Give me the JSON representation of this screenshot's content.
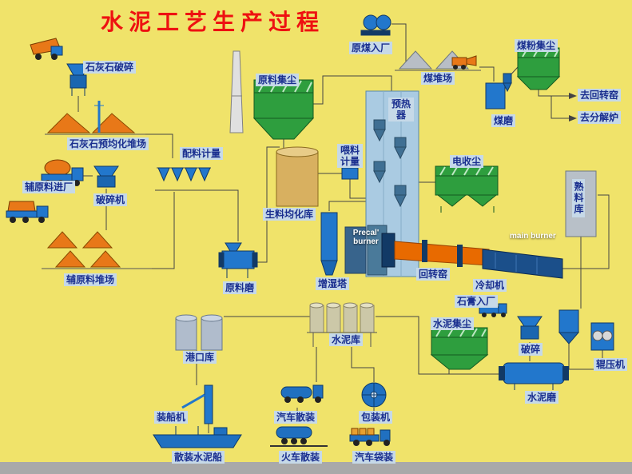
{
  "title": "水泥工艺生产过程",
  "labels": {
    "limestone_crushing": "石灰石破碎",
    "limestone_preblending_yard": "石灰石预均化堆场",
    "aux_material_entry": "辅原料进厂",
    "crusher": "破碎机",
    "aux_material_yard": "辅原料堆场",
    "batching_metering": "配料计量",
    "raw_meal_dust_collector": "原料集尘",
    "raw_meal_silo": "生料均化库",
    "feed_metering": "喂料计量",
    "raw_mill": "原料磨",
    "humidifying_tower": "增湿塔",
    "preheater": "预热器",
    "raw_coal_entry": "原煤入厂",
    "coal_yard": "煤堆场",
    "coal_dust_collector": "煤粉集尘",
    "coal_mill": "煤磨",
    "to_rotary_kiln": "去回转窑",
    "to_calciner": "去分解炉",
    "esp": "电收尘",
    "precal_burner": "Precal' burner",
    "main_burner": "main burner",
    "rotary_kiln": "回转窑",
    "cooler": "冷却机",
    "clinker_silo": "熟料库",
    "gypsum_entry": "石膏入厂",
    "cement_dust_collector": "水泥集尘",
    "crushing": "破碎",
    "roller_press": "辊压机",
    "cement_mill": "水泥磨",
    "cement_silo": "水泥库",
    "port_silo": "港口库",
    "ship_loader": "装船机",
    "bulk_cement_ship": "散装水泥船",
    "truck_bulk_loading": "汽车散装",
    "train_bulk_loading": "火车散装",
    "packing_machine": "包装机",
    "truck_bag_loading": "汽车袋装"
  },
  "colors": {
    "background": "#f0e36a",
    "label_bg": "#c6d9e8",
    "label_text": "#1a2f8f",
    "title": "#ee1111",
    "dust_collector_green": "#2e9e3e",
    "equipment_blue": "#2277cc",
    "kiln_orange": "#e86a00",
    "footer_gray": "#a9a9a9"
  }
}
